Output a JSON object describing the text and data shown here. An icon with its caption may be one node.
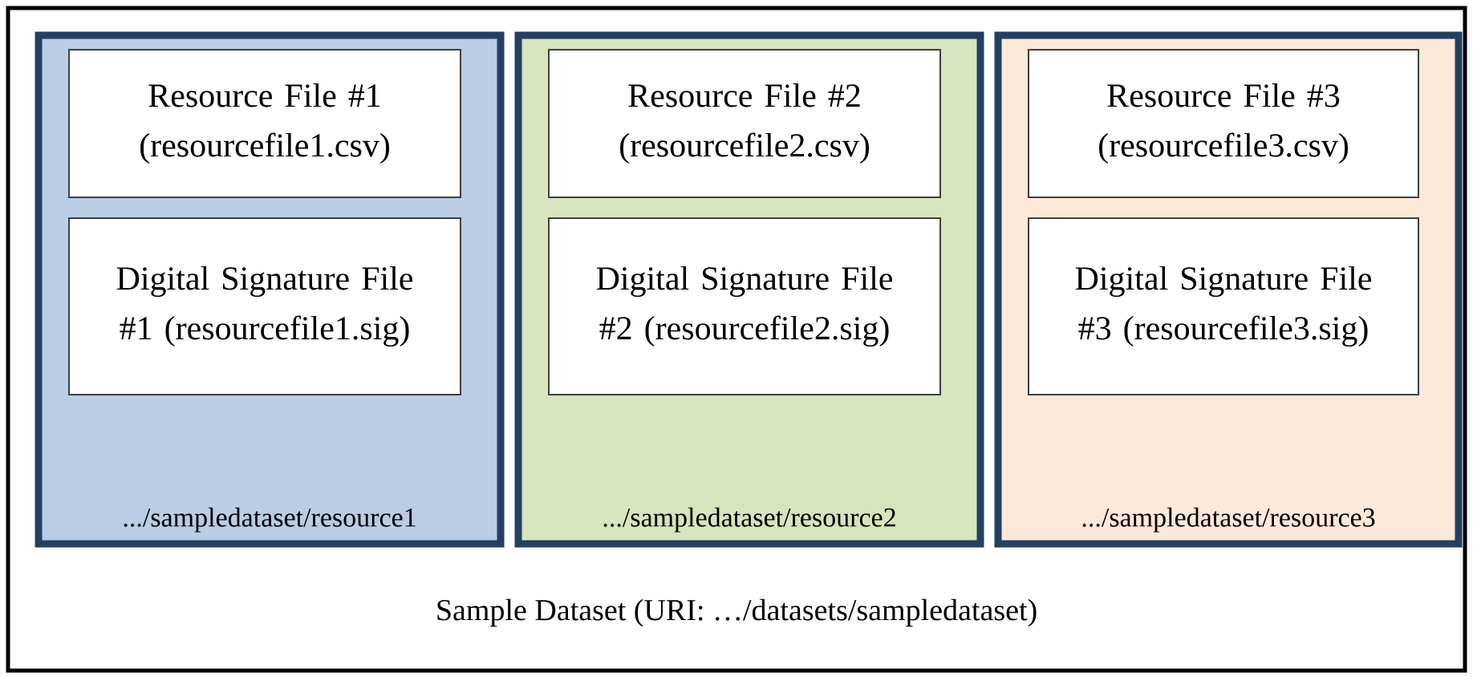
{
  "diagram": {
    "nodes": [
      {
        "text": [
          "Sample Dataset (URI: …/datasets/sampledataset)"
        ]
      },
      {
        "text": [
          ".../sampledataset/resource1"
        ],
        "in": 0
      },
      {
        "text": [
          "Resource File #1 (resourcefile1.csv)"
        ],
        "in": 1
      },
      {
        "text": [
          "Digital Signature File #1 (resourcefile1.sig)"
        ],
        "in": 1
      },
      {
        "text": [
          ".../sampledataset/resource2"
        ],
        "in": 0
      },
      {
        "text": [
          "Resource File #2 (resourcefile2.csv)"
        ],
        "in": 4
      },
      {
        "text": [
          "Digital Signature File #2 (resourcefile2.sig)"
        ],
        "in": 4
      },
      {
        "text": [
          ".../sampledataset/resource3"
        ],
        "in": 0
      },
      {
        "text": [
          "Resource File #3 (resourcefile3.csv)"
        ],
        "in": 7
      },
      {
        "text": [
          "Digital Signature File #3 (resourcefile3.sig)"
        ],
        "in": 7
      }
    ]
  }
}
